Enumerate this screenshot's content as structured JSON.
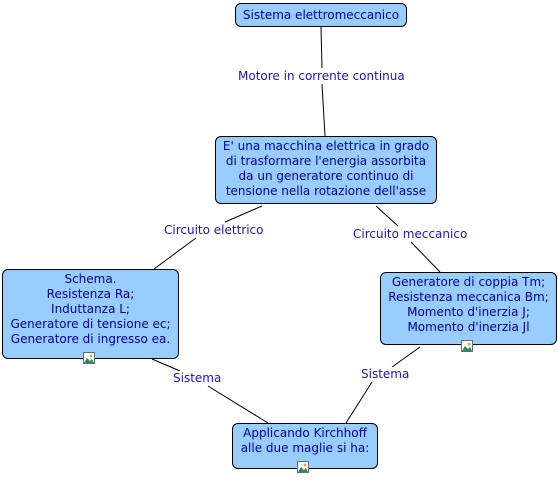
{
  "nodes": {
    "root": "Sistema elettromeccanico",
    "definition": "E' una macchina elettrica in grado\ndi trasformare l'energia assorbita\nda un generatore continuo di\ntensione nella rotazione dell'asse",
    "electrical": "Schema.\nResistenza Ra;\nInduttanza L;\nGeneratore di tensione ec;\nGeneratore di ingresso ea.",
    "mechanical": "Generatore di coppia Tm;\nResistenza meccanica Bm;\nMomento d'inerzia J;\nMomento d'inerzia Jl",
    "kirchhoff": "Applicando Kirchhoff\nalle due maglie si ha:"
  },
  "links": {
    "motor": "Motore in corrente continua",
    "electrical": "Circuito elettrico",
    "mechanical": "Circuito meccanico",
    "system_left": "Sistema",
    "system_right": "Sistema"
  },
  "icons": {
    "resource": "image-resource-icon"
  },
  "colors": {
    "node_fill": "#99ccff",
    "node_text": "#000099",
    "link_text": "#1a1aaa",
    "line": "#000000"
  }
}
